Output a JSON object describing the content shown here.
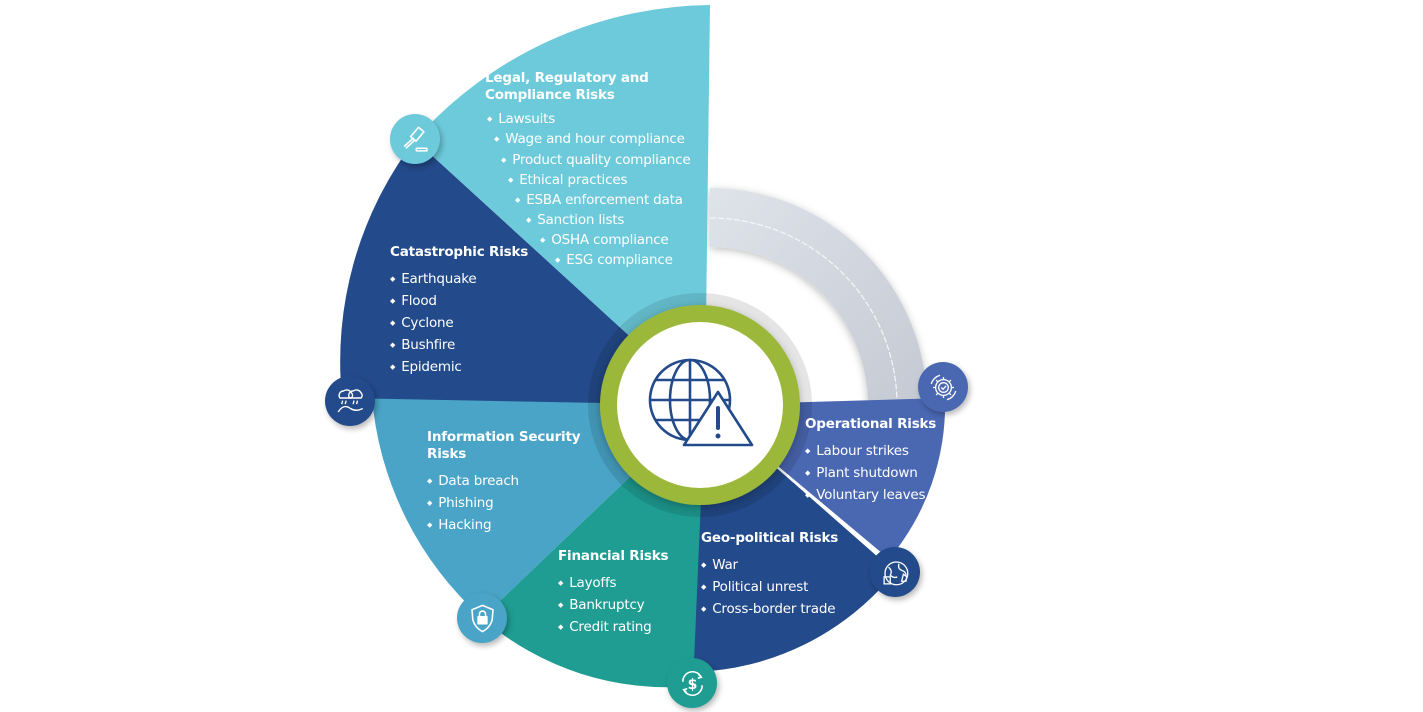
{
  "diagram": {
    "center": {
      "icon": "globe-warning-icon",
      "ring_color": "#9cb83a",
      "icon_color": "#234a8a"
    },
    "segments": [
      {
        "id": "legal",
        "title": "Legal, Regulatory and Compliance Risks",
        "title_line1": "Legal, Regulatory and",
        "title_line2": "Compliance Risks",
        "icon": "gavel-icon",
        "color": "#6ccadb",
        "items": [
          "Lawsuits",
          "Wage and hour compliance",
          "Product quality compliance",
          "Ethical practices",
          "ESBA enforcement data",
          "Sanction lists",
          "OSHA compliance",
          "ESG compliance"
        ]
      },
      {
        "id": "catastrophic",
        "title": "Catastrophic Risks",
        "icon": "storm-flood-icon",
        "color": "#234a8a",
        "items": [
          "Earthquake",
          "Flood",
          "Cyclone",
          "Bushfire",
          "Epidemic"
        ]
      },
      {
        "id": "information-security",
        "title": "Information Security Risks",
        "title_line1": "Information Security",
        "title_line2": "Risks",
        "icon": "shield-lock-icon",
        "color": "#49a4c7",
        "items": [
          "Data breach",
          "Phishing",
          "Hacking"
        ]
      },
      {
        "id": "financial",
        "title": "Financial Risks",
        "icon": "dollar-cycle-icon",
        "color": "#1f9d92",
        "items": [
          "Layoffs",
          "Bankruptcy",
          "Credit rating"
        ]
      },
      {
        "id": "geo-political",
        "title": "Geo-political Risks",
        "icon": "globe-chess-icon",
        "color": "#234a8a",
        "items": [
          "War",
          "Political unrest",
          "Cross-border trade"
        ]
      },
      {
        "id": "operational",
        "title": "Operational Risks",
        "icon": "gear-check-icon",
        "color": "#4a67b2",
        "items": [
          "Labour strikes",
          "Plant shutdown",
          "Voluntary leaves"
        ]
      }
    ]
  }
}
